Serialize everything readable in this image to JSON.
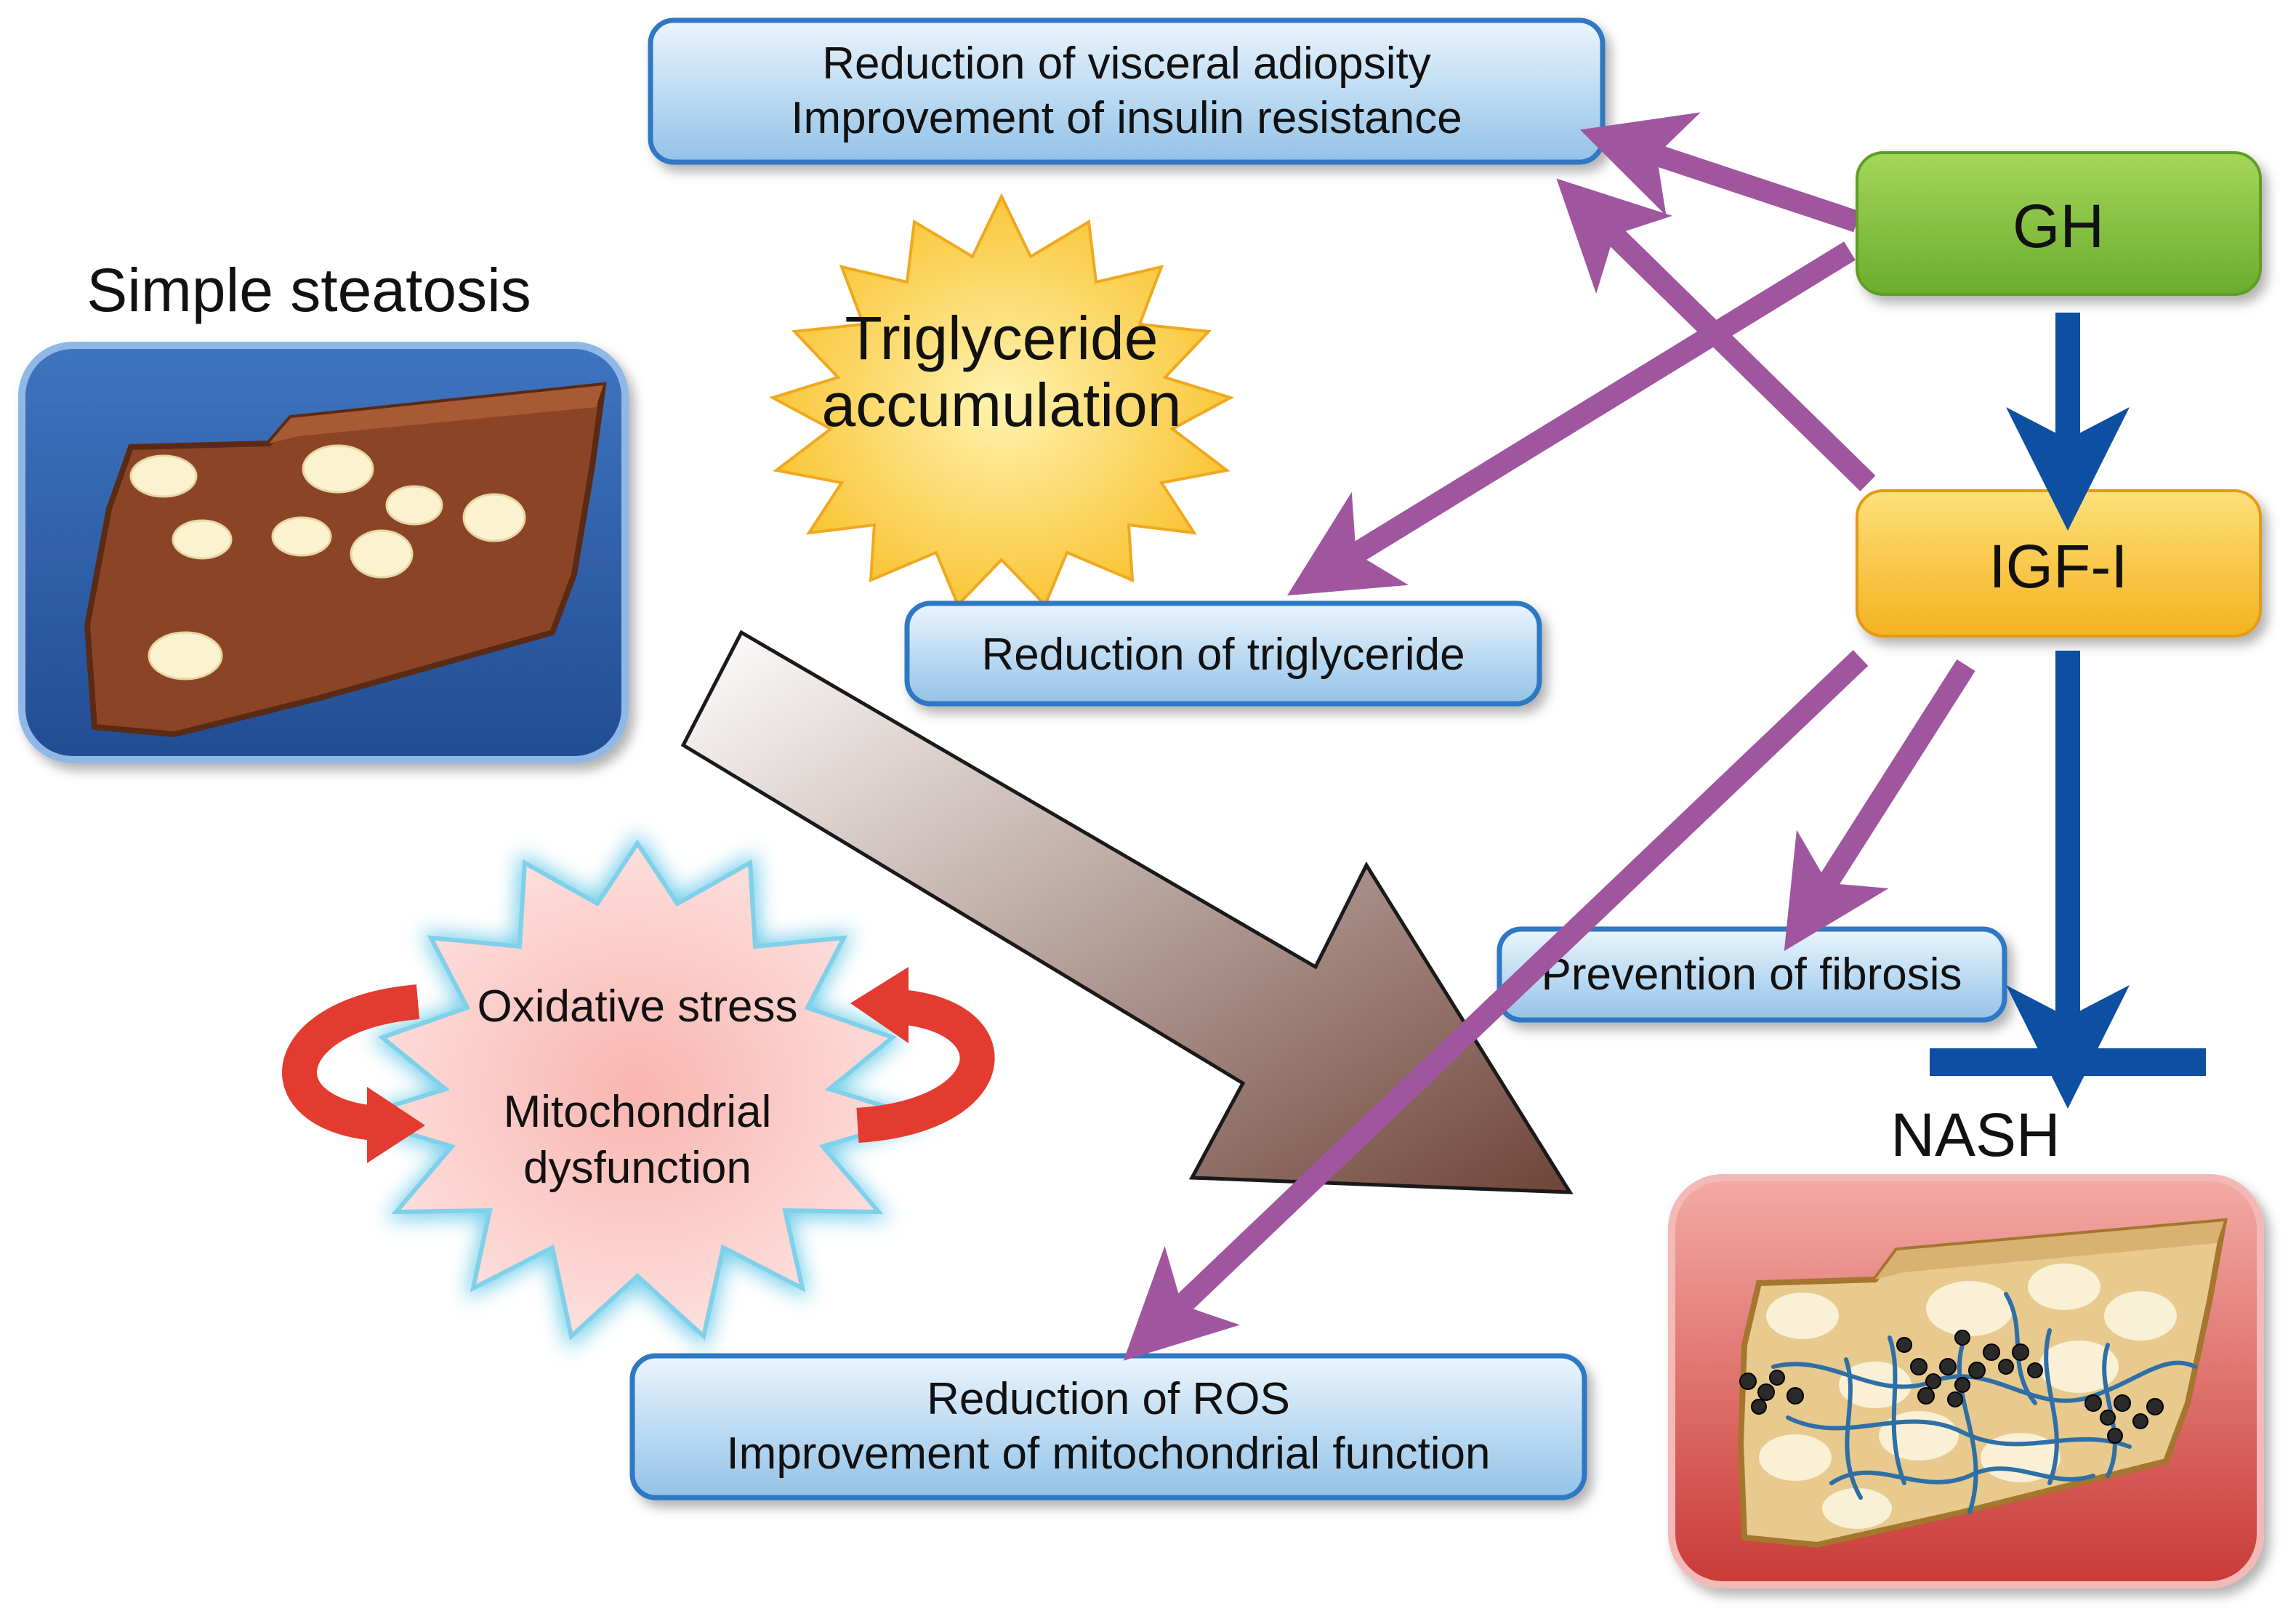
{
  "labels": {
    "simple_steatosis": "Simple steatosis",
    "nash": "NASH",
    "gh": "GH",
    "igf1": "IGF-I",
    "triglyceride_line1": "Triglyceride",
    "triglyceride_line2": "accumulation",
    "oxidative_stress": "Oxidative stress",
    "mito_line1": "Mitochondrial",
    "mito_line2": "dysfunction"
  },
  "boxes": {
    "visceral": {
      "line1": "Reduction of visceral adiopsity",
      "line2": "Improvement of insulin resistance"
    },
    "triglyceride": {
      "line1": "Reduction of triglyceride"
    },
    "fibrosis": {
      "line1": "Prevention of fibrosis"
    },
    "ros": {
      "line1": "Reduction of ROS",
      "line2": "Improvement of mitochondrial function"
    }
  },
  "colors": {
    "info_box_top": "#dceefb",
    "info_box_bottom": "#9cc8ea",
    "info_box_stroke": "#2f78c4",
    "gh_box": "#8cc63f",
    "igf_box": "#f7c23b",
    "pathway_arrow": "#a0569f",
    "stimulate_arrow": "#0d4fa0",
    "steatosis_bg": "#2e5fa8",
    "liver_brown": "#8b4526",
    "nash_bg": "#e06a66",
    "star_yellow": "#fcd34d",
    "star_pink": "#f9c6c2",
    "cycle_arrow": "#e33b2f"
  }
}
